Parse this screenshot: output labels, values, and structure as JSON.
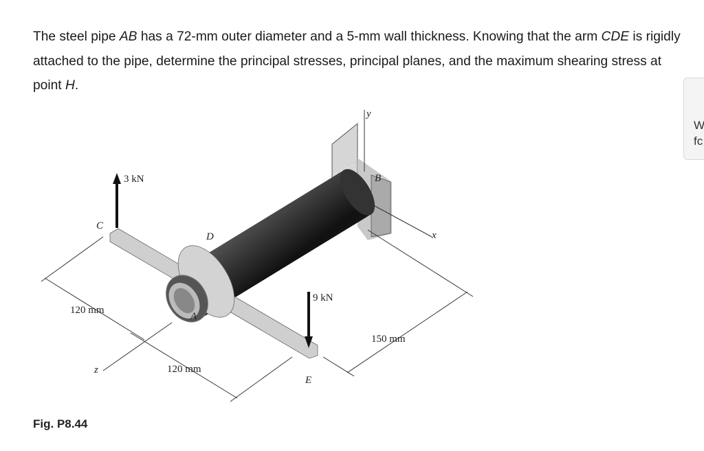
{
  "problem": {
    "part1": "The steel pipe ",
    "pipe": "AB",
    "part2": " has a 72-mm outer diameter and a 5-mm wall thickness. Knowing that the arm ",
    "arm": "CDE",
    "part3": " is rigidly attached to the pipe, determine the principal stresses, principal planes, and the maximum shearing stress at point ",
    "point": "H",
    "part4": "."
  },
  "figure": {
    "caption": "Fig. P8.44",
    "labels": {
      "force_c": "3 kN",
      "force_e": "9 kN",
      "c": "C",
      "d": "D",
      "a": "A",
      "b": "B",
      "e": "E",
      "x_axis": "x",
      "y_axis": "y",
      "z_axis": "z",
      "dim_cd": "120 mm",
      "dim_de": "120 mm",
      "dim_ab": "150 mm"
    }
  },
  "side_card": {
    "line1": "W",
    "line2": "fc"
  }
}
